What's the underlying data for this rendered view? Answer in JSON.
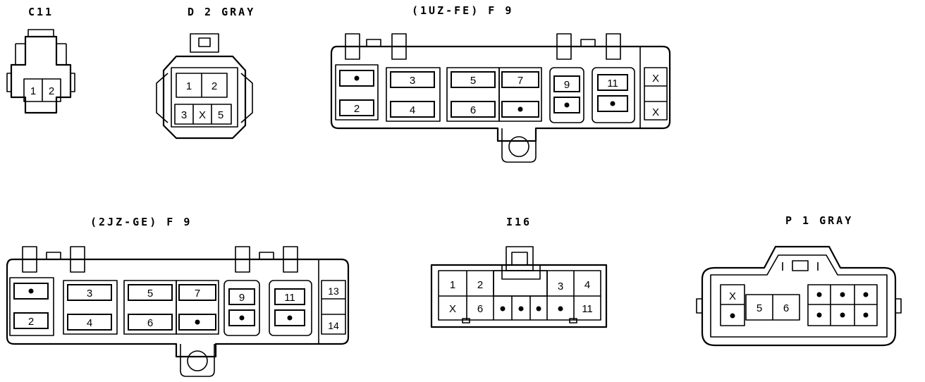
{
  "connectors": {
    "c11": {
      "title": "C11",
      "pins": [
        "1",
        "2"
      ]
    },
    "d2": {
      "title": "D 2  GRAY",
      "pins": [
        "1",
        "2",
        "3",
        "X",
        "5"
      ]
    },
    "f9_1uz": {
      "title": "(1UZ-FE)  F 9",
      "pins": [
        "2",
        "3",
        "4",
        "5",
        "6",
        "7",
        "9",
        "11",
        "X",
        "X"
      ]
    },
    "f9_2jz": {
      "title": "(2JZ-GE)  F 9",
      "pins": [
        "2",
        "3",
        "4",
        "5",
        "6",
        "7",
        "9",
        "11",
        "13",
        "14"
      ]
    },
    "i16": {
      "title": "I16",
      "pins": [
        "1",
        "2",
        "3",
        "4",
        "X",
        "6",
        "11"
      ]
    },
    "p1": {
      "title": "P 1  GRAY",
      "pins": [
        "X",
        "5",
        "6"
      ]
    }
  }
}
